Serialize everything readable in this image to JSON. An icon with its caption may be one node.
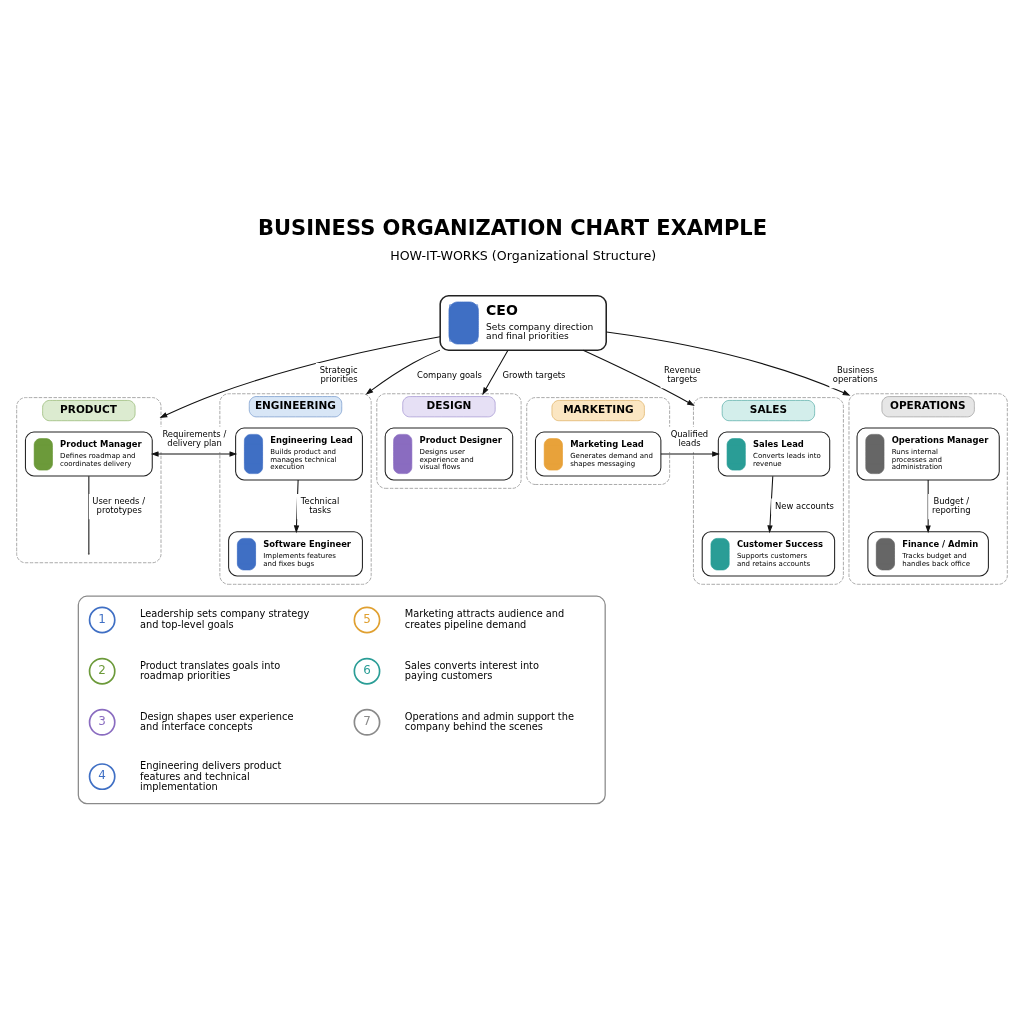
{
  "diagram": {
    "title": "BUSINESS ORGANIZATION CHART EXAMPLE",
    "nodes": [
      {
        "text": [
          "CEO",
          "Sets company direction and final priorities"
        ]
      },
      {
        "text": [
          "PRODUCT"
        ]
      },
      {
        "text": [
          "Product Manager",
          "Defines roadmap and coordinates delivery"
        ],
        "in": 1
      },
      {
        "text": [
          "ENGINEERING"
        ]
      },
      {
        "text": [
          "Engineering Lead",
          "Builds product and manages technical execution"
        ],
        "in": 3
      },
      {
        "text": [
          "Software Engineer",
          "Implements features and fixes bugs"
        ],
        "in": 3
      },
      {
        "text": [
          "DESIGN"
        ]
      },
      {
        "text": [
          "Product Designer",
          "Designs user experience and visual flows"
        ],
        "in": 6
      },
      {
        "text": [
          "MARKETING"
        ]
      },
      {
        "text": [
          "Marketing Lead",
          "Generates demand and shapes messaging"
        ],
        "in": 8
      },
      {
        "text": [
          "SALES"
        ]
      },
      {
        "text": [
          "Sales Lead",
          "Converts leads into revenue"
        ],
        "in": 10
      },
      {
        "text": [
          "Customer Success",
          "Supports customers and retains accounts"
        ],
        "in": 10
      },
      {
        "text": [
          "OPERATIONS"
        ]
      },
      {
        "text": [
          "Operations Manager",
          "Runs internal processes and administration"
        ],
        "in": 13
      },
      {
        "text": [
          "Finance / Admin",
          "Tracks budget and handles back office"
        ],
        "in": 13
      },
      {
        "text": [],
        "shape": "box"
      },
      {
        "text": [
          "1"
        ],
        "beside": [
          "Leadership sets company strategy and top-level goals"
        ],
        "in": 16
      },
      {
        "text": [
          "2"
        ],
        "beside": [
          "Product translates goals into roadmap priorities"
        ],
        "in": 16
      },
      {
        "text": [
          "3"
        ],
        "beside": [
          "Design shapes user experience and interface concepts"
        ],
        "in": 16
      },
      {
        "text": [
          "4"
        ],
        "beside": [
          "Engineering delivers product features and technical implementation"
        ],
        "in": 16
      },
      {
        "text": [
          "5"
        ],
        "beside": [
          "Marketing attracts audience and creates pipeline demand"
        ],
        "in": 16
      },
      {
        "text": [
          "6"
        ],
        "beside": [
          "Sales converts interest into paying customers"
        ],
        "in": 16
      },
      {
        "text": [
          "7"
        ],
        "beside": [
          "Operations and admin support the company behind the scenes"
        ],
        "in": 16
      }
    ],
    "edges": [
      {
        "from": 0,
        "to": 1,
        "arrow": "to",
        "label": "Strategic priorities"
      },
      {
        "from": 0,
        "to": 3,
        "arrow": "to",
        "label": "Company goals"
      },
      {
        "from": 0,
        "to": 6,
        "arrow": "to",
        "label": "Growth targets"
      },
      {
        "from": 0,
        "to": 10,
        "arrow": "to",
        "label": "Revenue targets"
      },
      {
        "from": 0,
        "to": 13,
        "arrow": "to",
        "label": "Business operations"
      },
      {
        "from": 2,
        "to": 4,
        "arrow": "both",
        "label": "Requirements / delivery plan"
      },
      {
        "from": 2,
        "to": null,
        "arrow": "none",
        "label": "User needs / prototypes"
      },
      {
        "from": 4,
        "to": 5,
        "arrow": "to",
        "label": "Technical tasks"
      },
      {
        "from": 9,
        "to": 11,
        "arrow": "to",
        "label": "Qualified leads"
      },
      {
        "from": 11,
        "to": 12,
        "arrow": "to",
        "label": "New accounts"
      },
      {
        "from": 14,
        "to": 15,
        "arrow": "to",
        "label": "Budget / reporting"
      }
    ],
    "labels": [
      "HOW-IT-WORKS (Organizational Structure)"
    ]
  }
}
